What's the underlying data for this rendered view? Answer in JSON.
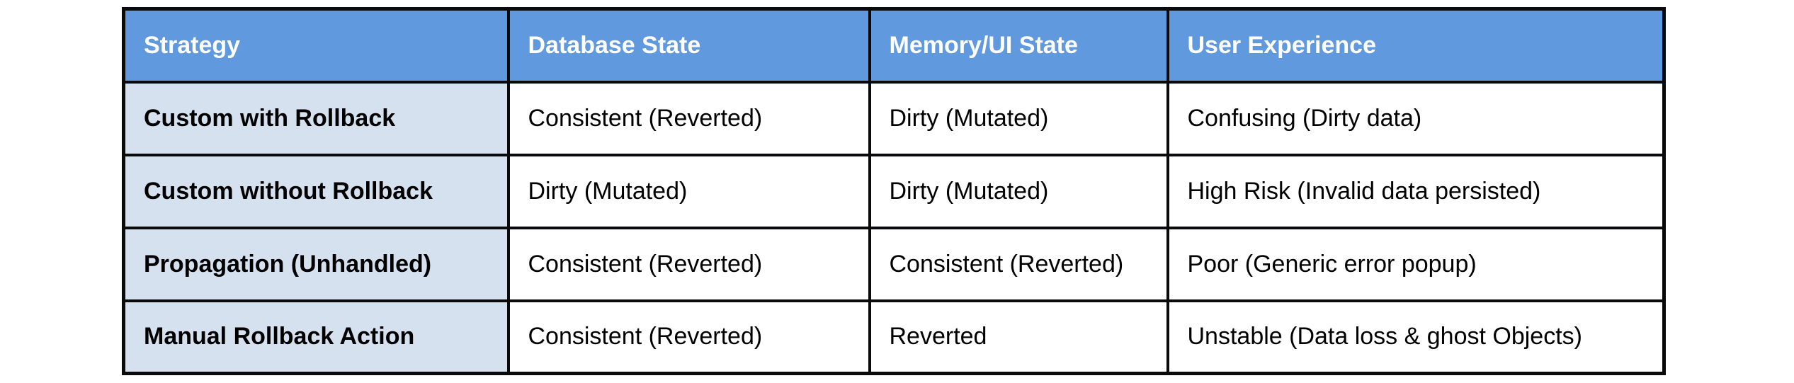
{
  "table": {
    "headers": [
      "Strategy",
      "Database State",
      "Memory/UI State",
      "User Experience"
    ],
    "rows": [
      [
        "Custom with Rollback",
        "Consistent (Reverted)",
        "Dirty (Mutated)",
        "Confusing (Dirty data)"
      ],
      [
        "Custom without Rollback",
        "Dirty (Mutated)",
        "Dirty (Mutated)",
        "High Risk (Invalid data persisted)"
      ],
      [
        "Propagation (Unhandled)",
        "Consistent (Reverted)",
        "Consistent (Reverted)",
        "Poor (Generic error popup)"
      ],
      [
        "Manual Rollback Action",
        "Consistent (Reverted)",
        "Reverted",
        "Unstable (Data loss & ghost Objects)"
      ]
    ],
    "colors": {
      "header_bg": "#6199DE",
      "header_text": "#FFFFFF",
      "strategy_col_bg": "#D6E1F0",
      "body_bg": "#FFFFFF",
      "border_color": "#0A0A0C",
      "body_text": "#000000"
    }
  }
}
